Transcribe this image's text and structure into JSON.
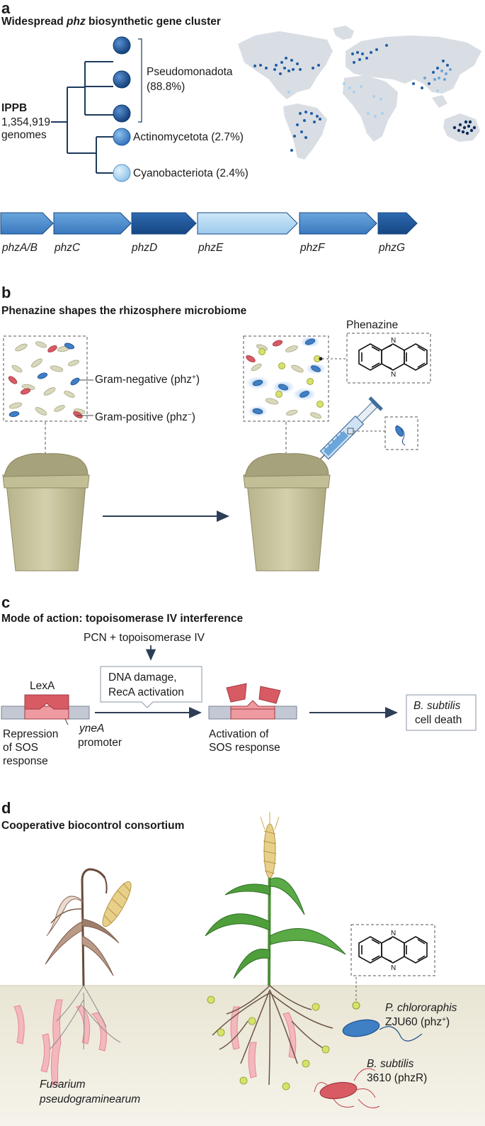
{
  "panel_a": {
    "label": "a",
    "title_pre": "Widespread ",
    "title_italic": "phz",
    "title_post": " biosynthetic gene cluster",
    "root_label": "IPPB",
    "root_count": "1,354,919",
    "root_unit": "genomes",
    "clades": [
      {
        "name": "Pseudomonadota",
        "pct": "(88.8%)"
      },
      {
        "name": "Actinomycetota (2.7%)"
      },
      {
        "name": "Cyanobacteriota (2.4%)"
      }
    ],
    "genes": [
      "phzA/B",
      "phzC",
      "phzD",
      "phzE",
      "phzF",
      "phzG"
    ]
  },
  "panel_b": {
    "label": "b",
    "title": "Phenazine shapes the rhizosphere microbiome",
    "gram_negative": "Gram-negative (phz",
    "gram_negative_sup": "+",
    "gram_positive": "Gram-positive (phz",
    "gram_positive_sup": "−",
    "close_paren": ")",
    "phenazine_label": "Phenazine"
  },
  "panel_c": {
    "label": "c",
    "title": "Mode of action: topoisomerase IV interference",
    "input": "PCN + topoisomerase IV",
    "box_line1": "DNA damage,",
    "box_line2": "RecA activation",
    "lexa": "LexA",
    "repression": [
      "Repression",
      "of SOS",
      "response"
    ],
    "yneA_italic": "yneA",
    "promoter": "promoter",
    "activation": [
      "Activation of",
      "SOS response"
    ],
    "death_italic": "B. subtilis",
    "death_line2": "cell death"
  },
  "panel_d": {
    "label": "d",
    "title": "Cooperative biocontrol consortium",
    "fusarium_line1": "Fusarium",
    "fusarium_line2": "pseudograminearum",
    "pchl_italic": "P. chlororaphis",
    "pchl_line2": "ZJU60 (phz",
    "pchl_sup": "+",
    "bsub_italic": "B. subtilis",
    "bsub_line2": "3610 (phzR)"
  },
  "colors": {
    "dark_blue": "#1d4f8f",
    "mid_blue": "#3f7fc4",
    "light_blue": "#a9d2f0",
    "lexa_red": "#d85a62",
    "soil": "#ece8da",
    "pot": "#c9c6a1",
    "line": "#2c3e55"
  }
}
